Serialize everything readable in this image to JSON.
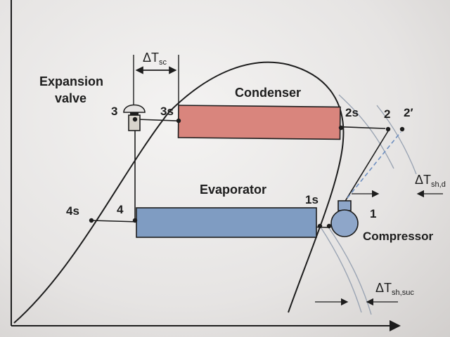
{
  "labels": {
    "expansion_valve_line1": "Expansion",
    "expansion_valve_line2": "valve",
    "condenser": "Condenser",
    "evaporator": "Evaporator",
    "compressor": "Compressor",
    "delta_t_sc_main": "ΔT",
    "delta_t_sc_sub": "sc",
    "delta_t_sh_dis_main": "ΔT",
    "delta_t_sh_dis_sub": "sh,d",
    "delta_t_sh_suc_main": "ΔT",
    "delta_t_sh_suc_sub": "sh,suc"
  },
  "points": {
    "p3": "3",
    "p3s": "3s",
    "p2s": "2s",
    "p2": "2",
    "p2prime": "2′",
    "p4s": "4s",
    "p4": "4",
    "p1s": "1s",
    "p1": "1"
  },
  "colors": {
    "condenser_fill": "#d9857d",
    "evaporator_fill": "#7f9cc2",
    "compressor_fill": "#8ea6c9",
    "line": "#1d1d1d",
    "isentrope": "#9aa4b3",
    "dashed": "#6e8fc0"
  }
}
